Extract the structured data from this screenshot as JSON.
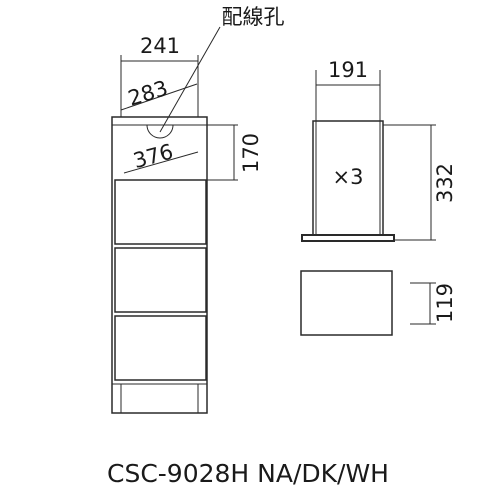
{
  "labels": {
    "wiring_hole": "配線孔",
    "width_top": "241",
    "depth": "283",
    "inner_height": "376",
    "top_section_height": "170",
    "drawer_width": "191",
    "drawer_qty": "×3",
    "drawer_depth": "332",
    "drawer_height": "119"
  },
  "model": "CSC-9028H NA/DK/WH",
  "colors": {
    "line": "#2a2a2a",
    "text": "#1a1a1a",
    "background": "#ffffff"
  }
}
